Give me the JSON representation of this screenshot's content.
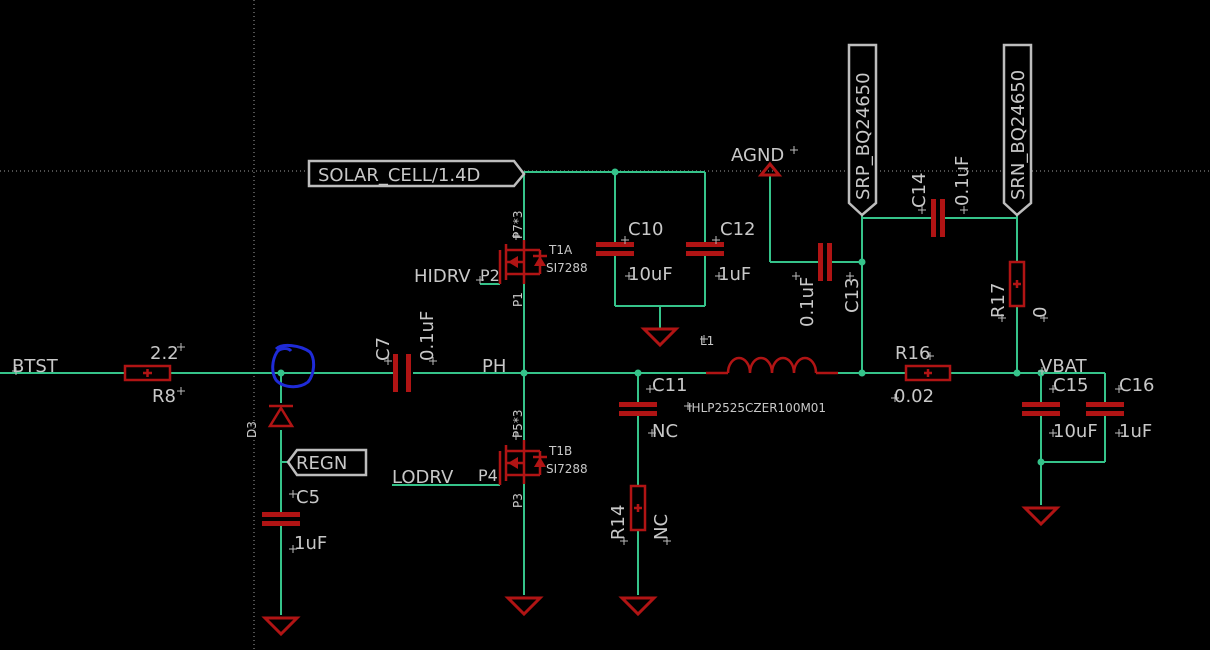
{
  "nets": {
    "btst": "BTST",
    "ph": "PH",
    "vbat": "VBAT",
    "agnd": "AGND",
    "hidrv": "HIDRV",
    "lodrv": "LODRV"
  },
  "flags": {
    "solar": "SOLAR_CELL/1.4D",
    "regn": "REGN",
    "srp": "SRP_BQ24650",
    "srn": "SRN_BQ24650"
  },
  "parts": {
    "r8": {
      "name": "R8",
      "value": "2.2"
    },
    "d3": {
      "name": "D3"
    },
    "c5": {
      "name": "C5",
      "value": "1uF"
    },
    "c7": {
      "name": "C7",
      "value": "0.1uF"
    },
    "t1a": {
      "name": "T1A",
      "model": "SI7288",
      "gate_pin": "P2",
      "source_pin": "P1",
      "drain_pin": "P7*3"
    },
    "t1b": {
      "name": "T1B",
      "model": "SI7288",
      "gate_pin": "P4",
      "source_pin": "P3",
      "drain_pin": "P5*3"
    },
    "c10": {
      "name": "C10",
      "value": "10uF"
    },
    "c12": {
      "name": "C12",
      "value": "1uF"
    },
    "c11": {
      "name": "C11",
      "value": "NC"
    },
    "r14": {
      "name": "R14",
      "value": "NC"
    },
    "l1": {
      "name": "L1",
      "value": "IHLP2525CZER100M01"
    },
    "c13": {
      "name": "C13",
      "value": "0.1uF"
    },
    "c14": {
      "name": "C14",
      "value": "0.1uF"
    },
    "r16": {
      "name": "R16",
      "value": "0.02"
    },
    "r17": {
      "name": "R17",
      "value": "0"
    },
    "c15": {
      "name": "C15",
      "value": "10uF"
    },
    "c16": {
      "name": "C16",
      "value": "1uF"
    }
  },
  "colors": {
    "background": "#000000",
    "wire": "#35c38a",
    "part": "#b01414",
    "text": "#c8c8c8",
    "annotation": "#1f2bd8"
  }
}
